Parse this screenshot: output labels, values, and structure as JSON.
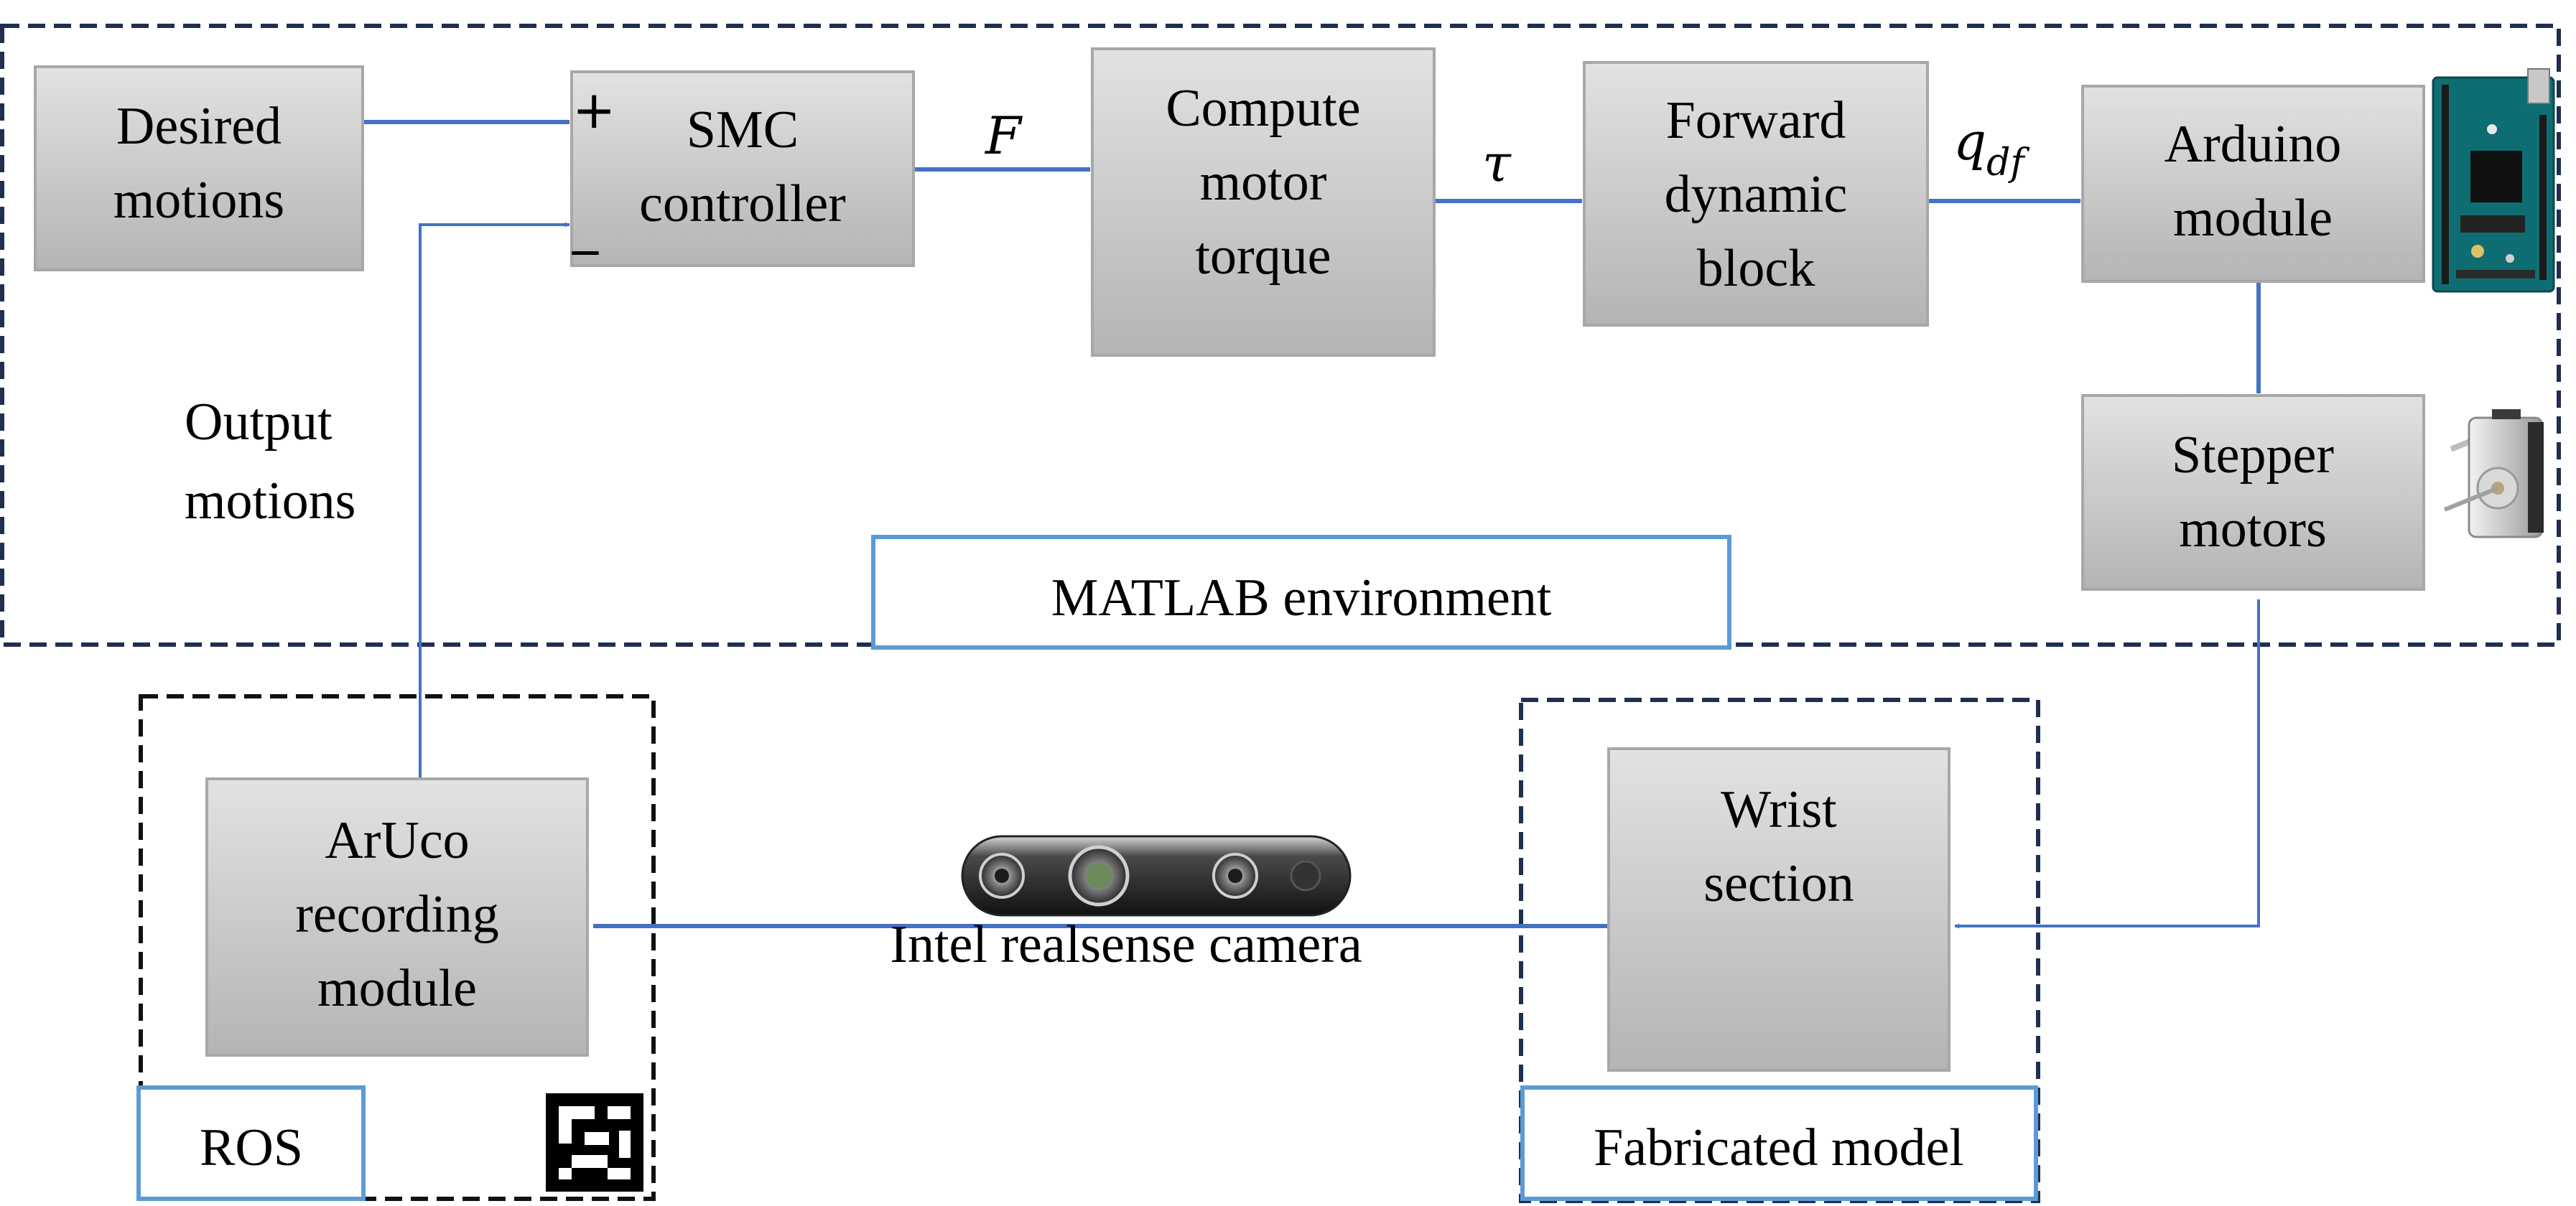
{
  "colors": {
    "block_fill_top": "#e2e2e2",
    "block_fill_bottom": "#b4b4b4",
    "block_stroke": "#a8a8a8",
    "arrow": "#4472c4",
    "region_border": "#1f2f4f",
    "label_border": "#5b9bd5"
  },
  "blocks": {
    "desired_motions": [
      "Desired",
      "motions"
    ],
    "smc_controller": [
      "SMC",
      "controller"
    ],
    "compute_motor_torque": [
      "Compute",
      "motor",
      "torque"
    ],
    "forward_dynamic_block": [
      "Forward",
      "dynamic",
      "block"
    ],
    "arduino_module": [
      "Arduino",
      "module"
    ],
    "stepper_motors": [
      "Stepper",
      "motors"
    ],
    "wrist_section": [
      "Wrist",
      "section"
    ],
    "aruco_recording_module": [
      "ArUco",
      "recording",
      "module"
    ]
  },
  "signals": {
    "force": "F",
    "torque": "τ",
    "desired_joint": "q",
    "desired_joint_subscript": "df",
    "plus": "+",
    "minus": "_"
  },
  "labels": {
    "output_motions": [
      "Output",
      "motions"
    ],
    "camera": "Intel realsense camera"
  },
  "regions": {
    "matlab": "MATLAB environment",
    "ros": "ROS",
    "fabricated": "Fabricated model"
  },
  "icons": [
    "arduino-board-icon",
    "stepper-motor-icon",
    "realsense-camera-icon",
    "aruco-marker-icon"
  ]
}
